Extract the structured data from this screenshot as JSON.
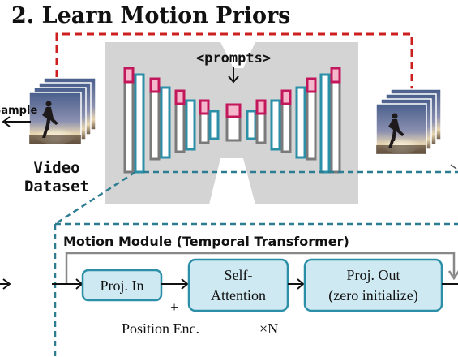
{
  "title": "2. Learn Motion Priors",
  "prompt_label": "<prompts>",
  "sample_label": "Sample",
  "dataset_label_line1": "Video",
  "dataset_label_line2": "Dataset",
  "module_title": "Motion Module (Temporal Transformer)",
  "blocks": {
    "proj_in": "Proj. In",
    "self_attention_line1": "Self-",
    "self_attention_line2": "Attention",
    "proj_out_line1": "Proj. Out",
    "proj_out_line2": "(zero initialize)"
  },
  "plus_sign": "+",
  "position_enc": "Position Enc.",
  "repeat_label": "×N",
  "colors": {
    "red_dashed": "#cc1f1f",
    "teal_dashed": "#2c7d92",
    "block_fill": "#cfe9f2",
    "block_stroke": "#2c8fa8",
    "pink_fill": "#f4b7cb",
    "pink_stroke": "#c2185b",
    "unet_gray": "#d4d4d4",
    "bar_gray": "#7a7a7a"
  }
}
